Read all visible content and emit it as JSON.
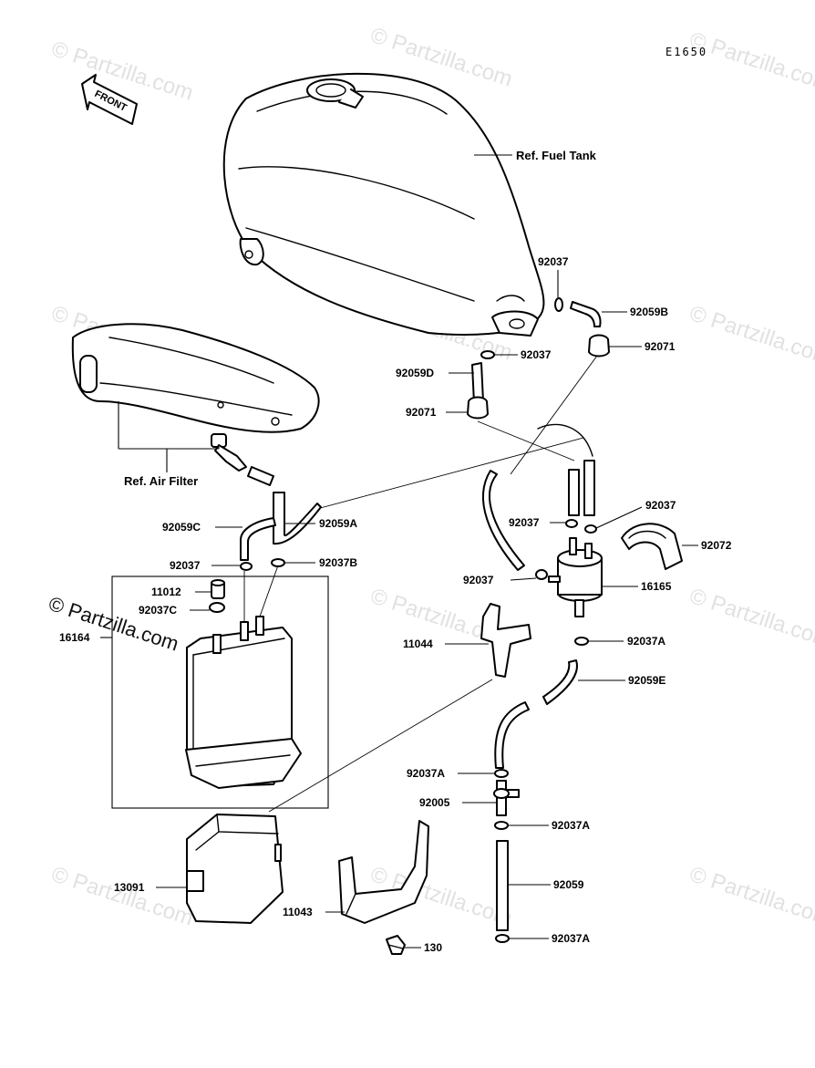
{
  "diagram_code": "E1650",
  "watermark": "© Partzilla.com",
  "front_label": "FRONT",
  "refs": {
    "fuel_tank": "Ref. Fuel Tank",
    "air_filter": "Ref. Air Filter"
  },
  "parts": {
    "p92037_top": "92037",
    "p92059B": "92059B",
    "p92037_mid": "92037",
    "p92071_right": "92071",
    "p92059D": "92059D",
    "p92071_left": "92071",
    "p92059C": "92059C",
    "p92059A": "92059A",
    "p92037_left": "92037",
    "p92037B": "92037B",
    "p11012": "11012",
    "p92037C": "92037C",
    "p16164": "16164",
    "p92037_r1": "92037",
    "p92037_r2": "92037",
    "p92072": "92072",
    "p92037_r3": "92037",
    "p16165": "16165",
    "p11044": "11044",
    "p92037A_1": "92037A",
    "p92059E": "92059E",
    "p92037A_2": "92037A",
    "p92005": "92005",
    "p92037A_3": "92037A",
    "p13091": "13091",
    "p92059": "92059",
    "p11043": "11043",
    "p92037A_4": "92037A",
    "p130": "130"
  }
}
